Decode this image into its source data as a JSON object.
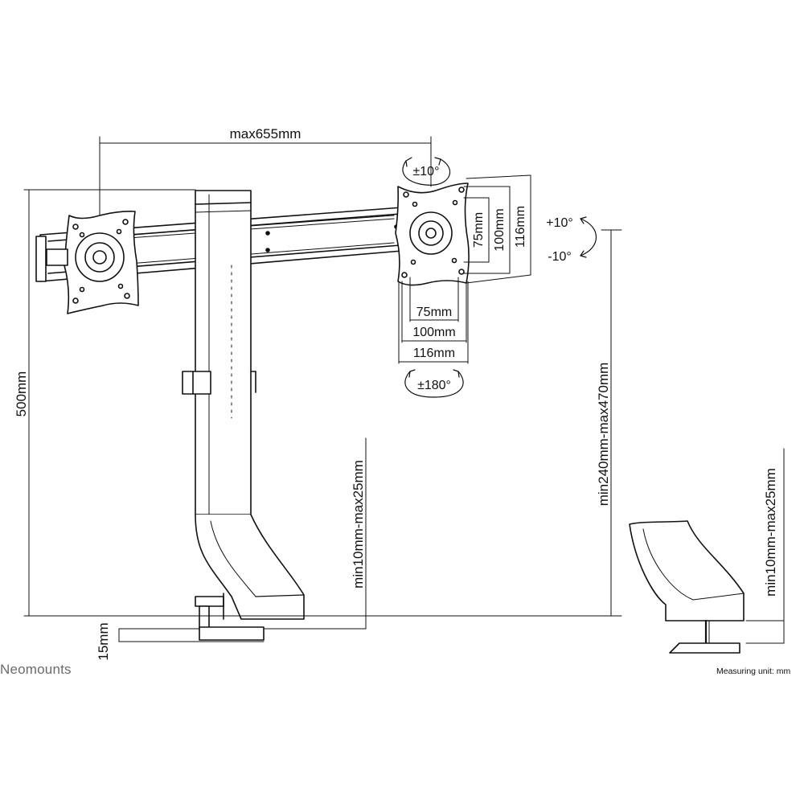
{
  "brand": "Neomounts",
  "measuring_unit": "Measuring unit: mm",
  "dimensions": {
    "max_width": "max655mm",
    "height": "500mm",
    "clamp_thickness": "15mm",
    "desk_range_main": "min10mm-max25mm",
    "desk_range_detail": "min10mm-max25mm",
    "height_adjust": "min240mm-max470mm",
    "vesa_h_75": "75mm",
    "vesa_h_100": "100mm",
    "vesa_h_116": "116mm",
    "vesa_v_75": "75mm",
    "vesa_v_100": "100mm",
    "vesa_v_116": "116mm"
  },
  "rotations": {
    "swivel": "±10°",
    "tilt_up": "+10°",
    "tilt_down": "-10°",
    "rotate": "±180°"
  },
  "colors": {
    "line": "#111111",
    "brand": "#6b6b6b"
  }
}
